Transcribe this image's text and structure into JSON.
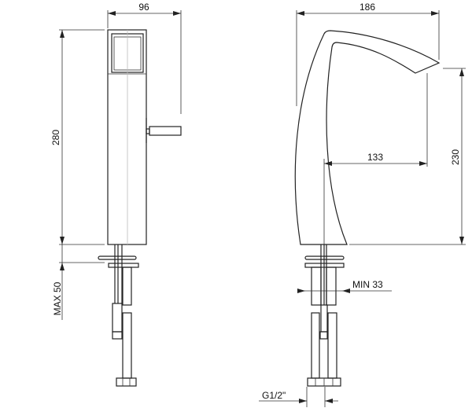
{
  "dimensions": {
    "side_width": "96",
    "side_height": "280",
    "max_depth": "MAX 50",
    "spout_reach": "186",
    "spout_height": "230",
    "spout_offset": "133",
    "min_hole": "MIN 33",
    "thread": "G1/2\""
  },
  "colors": {
    "line": "#222222",
    "background": "#ffffff"
  }
}
